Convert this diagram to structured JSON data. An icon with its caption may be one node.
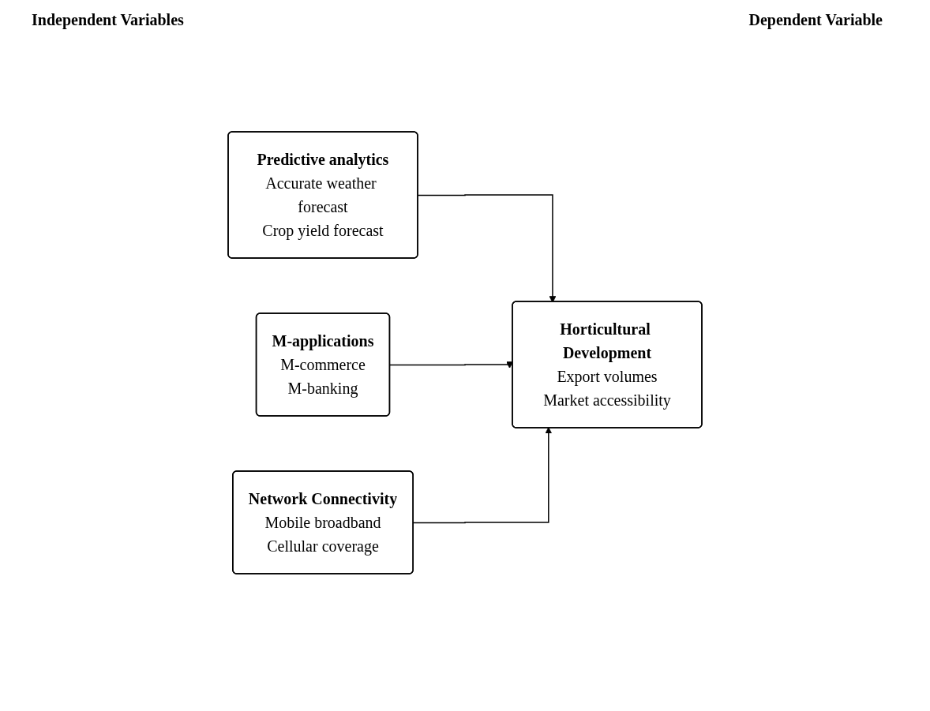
{
  "diagram": {
    "nodes": [
      {
        "text": [
          "Predictive analytics",
          "Accurate weather forecast",
          "Crop yield forecast"
        ]
      },
      {
        "text": [
          "M-applications",
          "M-commerce",
          "M-banking"
        ]
      },
      {
        "text": [
          "Network Connectivity",
          "Mobile broadband",
          "Cellular coverage"
        ]
      },
      {
        "text": [
          "Horticultural Development",
          "Export volumes",
          "Market accessibility"
        ]
      }
    ],
    "edges": [
      {
        "from": 0,
        "to": 3,
        "arrow": "to"
      },
      {
        "from": 1,
        "to": 3,
        "arrow": "to"
      },
      {
        "from": 2,
        "to": 3,
        "arrow": "to"
      }
    ],
    "labels": [
      "Independent Variables",
      "Dependent Variable"
    ]
  }
}
